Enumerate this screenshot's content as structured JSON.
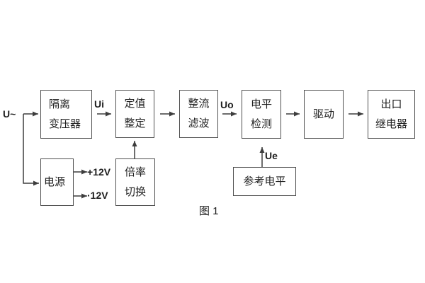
{
  "figure": {
    "caption": "图 1",
    "input_label": "U~",
    "signals": {
      "ui": "Ui",
      "uo": "Uo",
      "ue": "Ue"
    },
    "power_rails": {
      "positive": "+12V",
      "negative": "·12V"
    },
    "blocks": {
      "isolation_transformer": {
        "line1": "隔离",
        "line2": "变压器"
      },
      "setting_adjust": {
        "line1": "定值",
        "line2": "整定"
      },
      "rectify_filter": {
        "line1": "整流",
        "line2": "滤波"
      },
      "level_detect": {
        "line1": "电平",
        "line2": "检测"
      },
      "drive": {
        "label": "驱动"
      },
      "output_relay": {
        "line1": "出口",
        "line2": "继电器"
      },
      "power_supply": {
        "label": "电源"
      },
      "ratio_switch": {
        "line1": "倍率",
        "line2": "切换"
      },
      "reference_level": {
        "label": "参考电平"
      }
    },
    "colors": {
      "background": "#ffffff",
      "line": "#3d3d3d",
      "border": "#4f4f4f",
      "text": "#1f1f1f"
    }
  }
}
